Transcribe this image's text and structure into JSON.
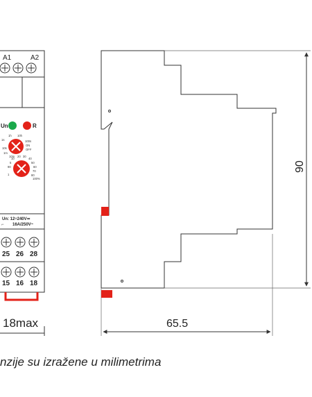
{
  "front_view": {
    "terminals_top": [
      "A1",
      "A2"
    ],
    "led_labels": [
      "Un",
      "R"
    ],
    "led_colors": {
      "un": "#1aa84a",
      "r": "#e32219",
      "knob": "#e32219",
      "clip": "#e32219"
    },
    "knob1_scale": [
      "1h",
      "10h",
      "1s",
      "100s",
      "ON",
      "OFF",
      "10s",
      "1m",
      "10m"
    ],
    "knob2_scale": [
      "10",
      "20",
      "30",
      "40",
      "50",
      "60",
      "70",
      "80",
      "90",
      "100%",
      "1",
      "5"
    ],
    "rating_un": "Un: 12÷240V≃",
    "rating_contact": "16A/250V~",
    "terminals_middle": [
      "25",
      "26",
      "28"
    ],
    "terminals_bottom": [
      "15",
      "16",
      "18"
    ],
    "width_dim": "18max"
  },
  "side_view": {
    "height_dim": "90",
    "depth_dim": "65.5"
  },
  "caption": "nzije su izražene u milimetrima"
}
